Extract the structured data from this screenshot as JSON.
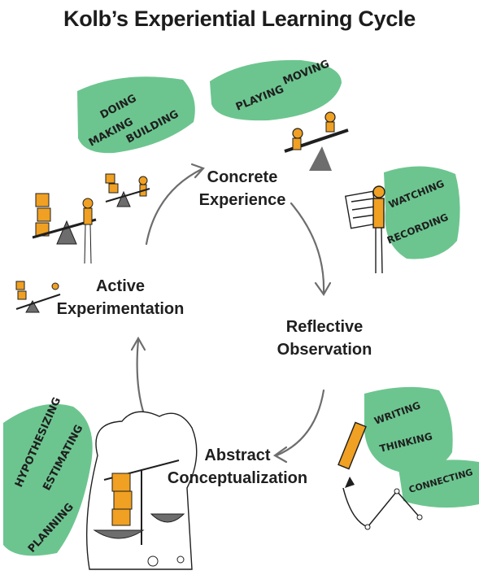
{
  "title": "Kolb’s Experiential Learning Cycle",
  "stages": {
    "concrete": [
      "Concrete",
      "Experience"
    ],
    "reflective": [
      "Reflective",
      "Observation"
    ],
    "abstract": [
      "Abstract",
      "Conceptualization"
    ],
    "active": [
      "Active",
      "Experimentation"
    ]
  },
  "notes": {
    "concrete": [
      "PLAYING",
      "MOVING"
    ],
    "reflective": [
      "WATCHING",
      "RECORDING"
    ],
    "abstract_right": [
      "WRITING",
      "THINKING"
    ],
    "connecting": "CONNECTING",
    "abstract_left": [
      "HYPOTHESIZING",
      "ESTIMATING",
      "PLANNING"
    ],
    "active": [
      "DOING",
      "MAKING",
      "BUILDING"
    ]
  },
  "colors": {
    "note_green": "#6cc58f",
    "figure_orange": "#f0a022",
    "ink": "#1f1f1f",
    "grey": "#6d6d6d"
  }
}
